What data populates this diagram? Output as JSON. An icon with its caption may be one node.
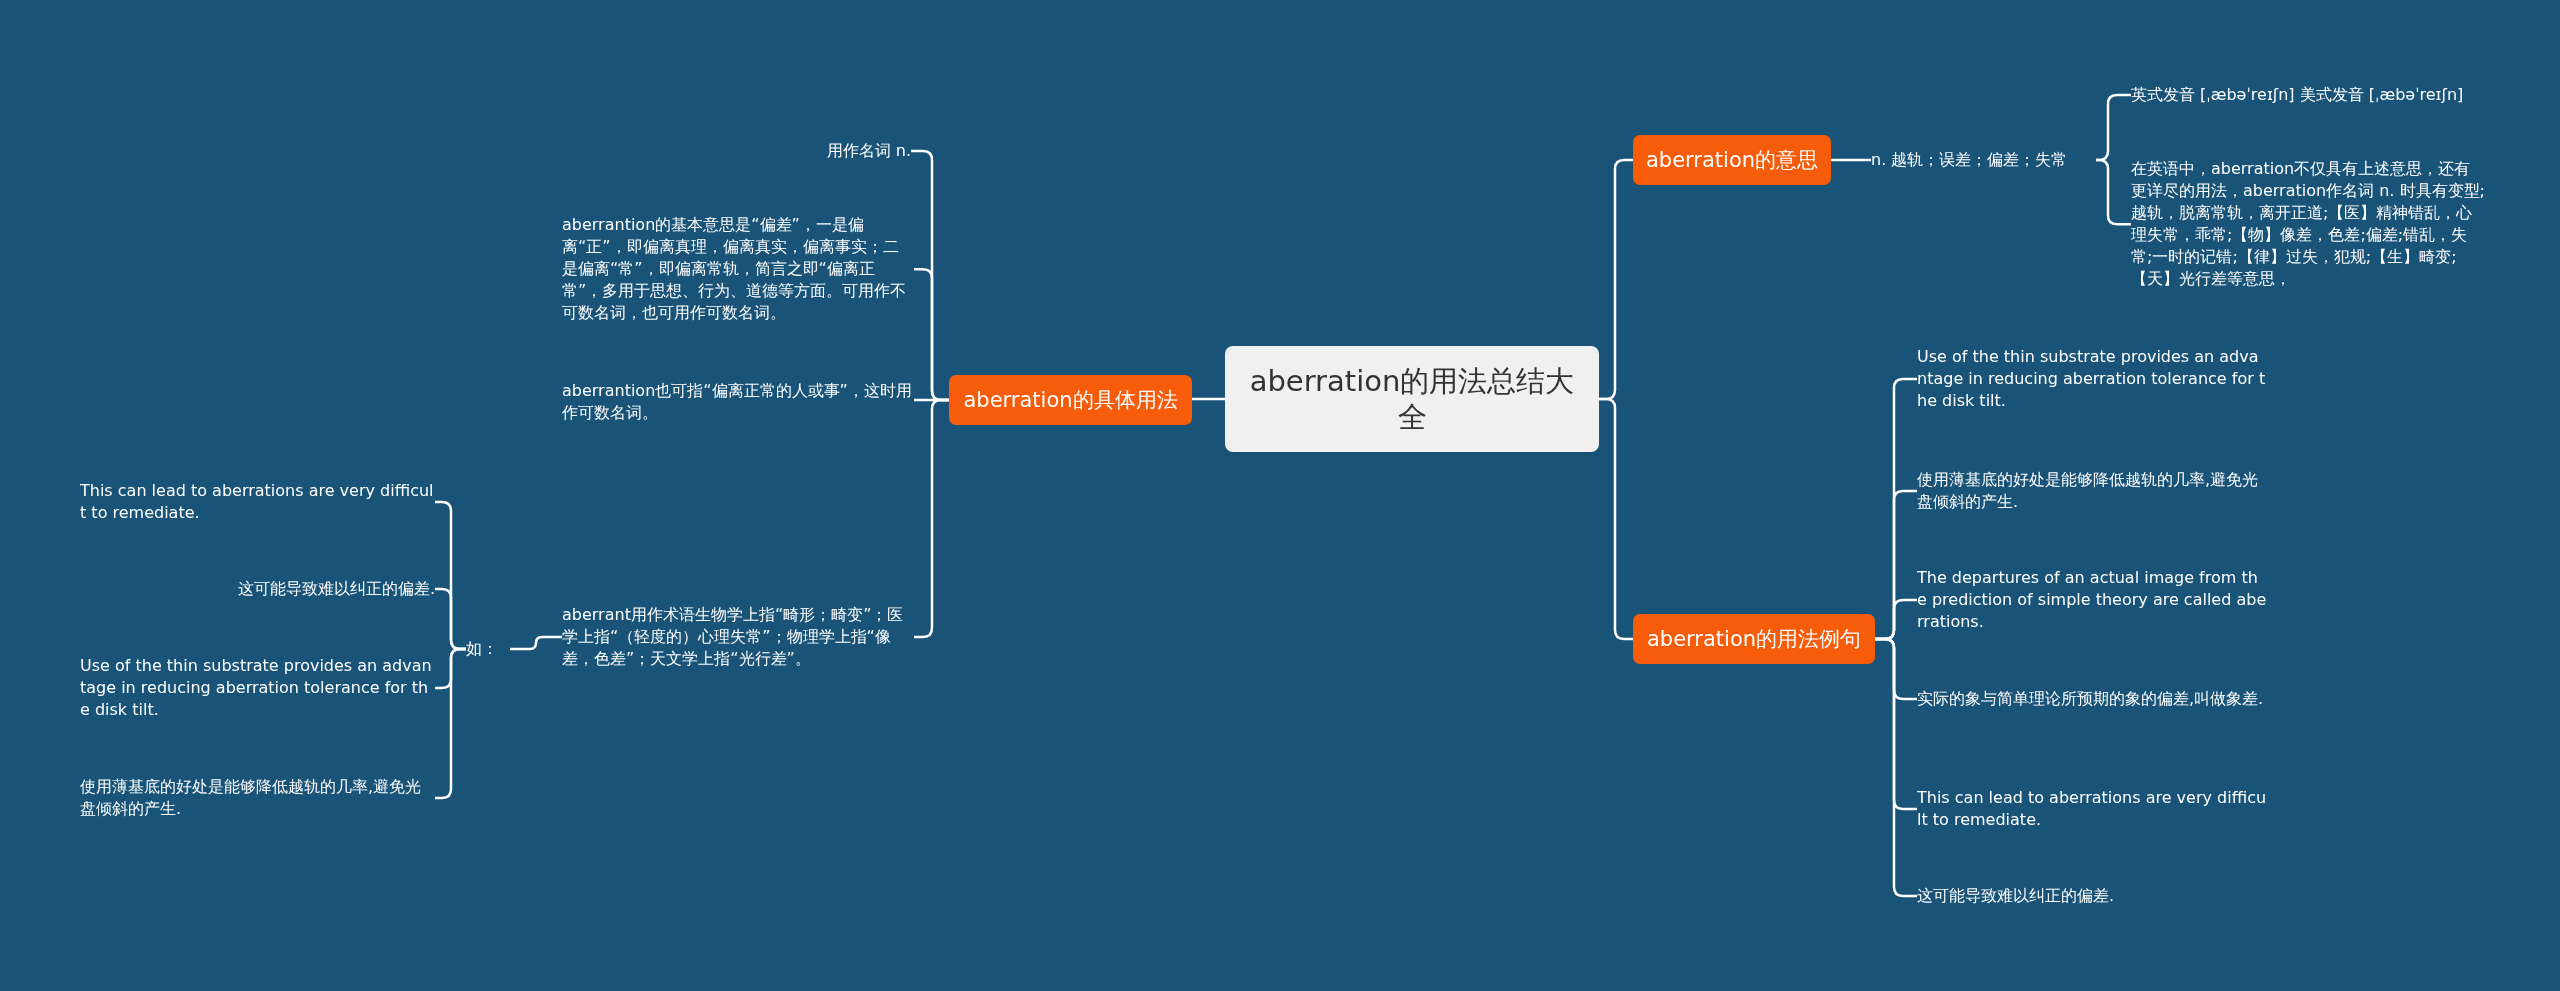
{
  "diagram": {
    "nodes": [
      {
        "text": [
          "aberration的用法总结大全"
        ]
      },
      {
        "text": [
          "aberration的意思"
        ]
      },
      {
        "text": [
          "n. 越轨；误差；偏差；失常"
        ]
      },
      {
        "text": [
          "英式发音 [ˌæbəˈreɪʃn] 美式发音 [ˌæbəˈreɪʃn]"
        ]
      },
      {
        "text": [
          "在英语中，aberration不仅具有上述意思，还有更详尽的用法，aberration作名词 n. 时具有变型;越轨，脱离常轨，离开正道;【医】精神错乱，心理失常，乖常;【物】像差，色差;偏差;错乱，失常;一时的记错;【律】过失，犯规;【生】畸变;【天】光行差等意思，"
        ]
      },
      {
        "text": [
          "aberration的用法例句"
        ]
      },
      {
        "text": [
          "Use of the thin substrate provides an advantage in reducing aberration tolerance for the disk tilt."
        ]
      },
      {
        "text": [
          "使用薄基底的好处是能够降低越轨的几率,避免光盘倾斜的产生."
        ]
      },
      {
        "text": [
          "The departures of an actual image from the prediction of simple theory are called aberrations."
        ]
      },
      {
        "text": [
          "实际的象与简单理论所预期的象的偏差,叫做象差."
        ]
      },
      {
        "text": [
          "This can lead to aberrations are very difficult to remediate."
        ]
      },
      {
        "text": [
          "这可能导致难以纠正的偏差."
        ]
      },
      {
        "text": [
          "aberration的具体用法"
        ]
      },
      {
        "text": [
          "用作名词 n."
        ]
      },
      {
        "text": [
          "aberrantion的基本意思是“偏差”，一是偏离“正”，即偏离真理，偏离真实，偏离事实；二是偏离“常”，即偏离常轨，简言之即“偏离正常”，多用于思想、行为、道德等方面。可用作不可数名词，也可用作可数名词。"
        ]
      },
      {
        "text": [
          "aberrantion也可指“偏离正常的人或事”，这时用作可数名词。"
        ]
      },
      {
        "text": [
          "aberrant用作术语生物学上指“畸形；畸变”；医学上指“（轻度的）心理失常”；物理学上指“像差，色差”；天文学上指“光行差”。"
        ]
      },
      {
        "text": [
          "如："
        ]
      },
      {
        "text": [
          "This can lead to aberrations are very difficult to remediate."
        ]
      },
      {
        "text": [
          "这可能导致难以纠正的偏差."
        ]
      },
      {
        "text": [
          "Use of the thin substrate provides an advantage in reducing aberration tolerance for the disk tilt."
        ]
      },
      {
        "text": [
          "使用薄基底的好处是能够降低越轨的几率,避免光盘倾斜的产生."
        ]
      }
    ],
    "edges": [
      {
        "from": 0,
        "to": 1,
        "arrow": "none"
      },
      {
        "from": 1,
        "to": 2,
        "arrow": "none"
      },
      {
        "from": 2,
        "to": 3,
        "arrow": "none"
      },
      {
        "from": 2,
        "to": 4,
        "arrow": "none"
      },
      {
        "from": 0,
        "to": 5,
        "arrow": "none"
      },
      {
        "from": 5,
        "to": 6,
        "arrow": "none"
      },
      {
        "from": 5,
        "to": 7,
        "arrow": "none"
      },
      {
        "from": 5,
        "to": 8,
        "arrow": "none"
      },
      {
        "from": 5,
        "to": 9,
        "arrow": "none"
      },
      {
        "from": 5,
        "to": 10,
        "arrow": "none"
      },
      {
        "from": 5,
        "to": 11,
        "arrow": "none"
      },
      {
        "from": 0,
        "to": 12,
        "arrow": "none"
      },
      {
        "from": 12,
        "to": 13,
        "arrow": "none"
      },
      {
        "from": 12,
        "to": 14,
        "arrow": "none"
      },
      {
        "from": 12,
        "to": 15,
        "arrow": "none"
      },
      {
        "from": 12,
        "to": 16,
        "arrow": "none"
      },
      {
        "from": 16,
        "to": 17,
        "arrow": "none"
      },
      {
        "from": 17,
        "to": 18,
        "arrow": "none"
      },
      {
        "from": 17,
        "to": 19,
        "arrow": "none"
      },
      {
        "from": 17,
        "to": 20,
        "arrow": "none"
      },
      {
        "from": 17,
        "to": 21,
        "arrow": "none"
      }
    ]
  }
}
